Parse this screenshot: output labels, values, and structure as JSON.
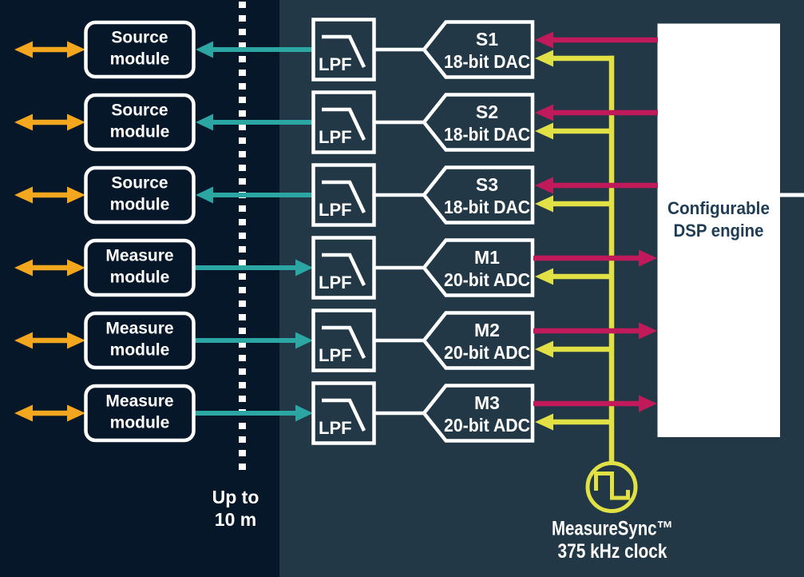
{
  "colors": {
    "bg_left": "#051728",
    "bg_right": "#223847",
    "white": "#ffffff",
    "orange": "#f2a71e",
    "teal": "#2ba6a3",
    "crimson": "#c11a5b",
    "yellow": "#e1e145",
    "dsp_text": "#1f3c55"
  },
  "rows": [
    {
      "module": [
        "Source",
        "module"
      ],
      "lpf": "LPF",
      "id": "S1",
      "type": "18-bit DAC"
    },
    {
      "module": [
        "Source",
        "module"
      ],
      "lpf": "LPF",
      "id": "S2",
      "type": "18-bit DAC"
    },
    {
      "module": [
        "Source",
        "module"
      ],
      "lpf": "LPF",
      "id": "S3",
      "type": "18-bit DAC"
    },
    {
      "module": [
        "Measure",
        "module"
      ],
      "lpf": "LPF",
      "id": "M1",
      "type": "20-bit ADC"
    },
    {
      "module": [
        "Measure",
        "module"
      ],
      "lpf": "LPF",
      "id": "M2",
      "type": "20-bit ADC"
    },
    {
      "module": [
        "Measure",
        "module"
      ],
      "lpf": "LPF",
      "id": "M3",
      "type": "20-bit ADC"
    }
  ],
  "dsp": {
    "lines": [
      "Configurable",
      "DSP engine"
    ]
  },
  "distance": {
    "lines": [
      "Up to",
      "10 m"
    ]
  },
  "clock": {
    "lines": [
      "MeasureSync™",
      "375 kHz clock"
    ]
  }
}
